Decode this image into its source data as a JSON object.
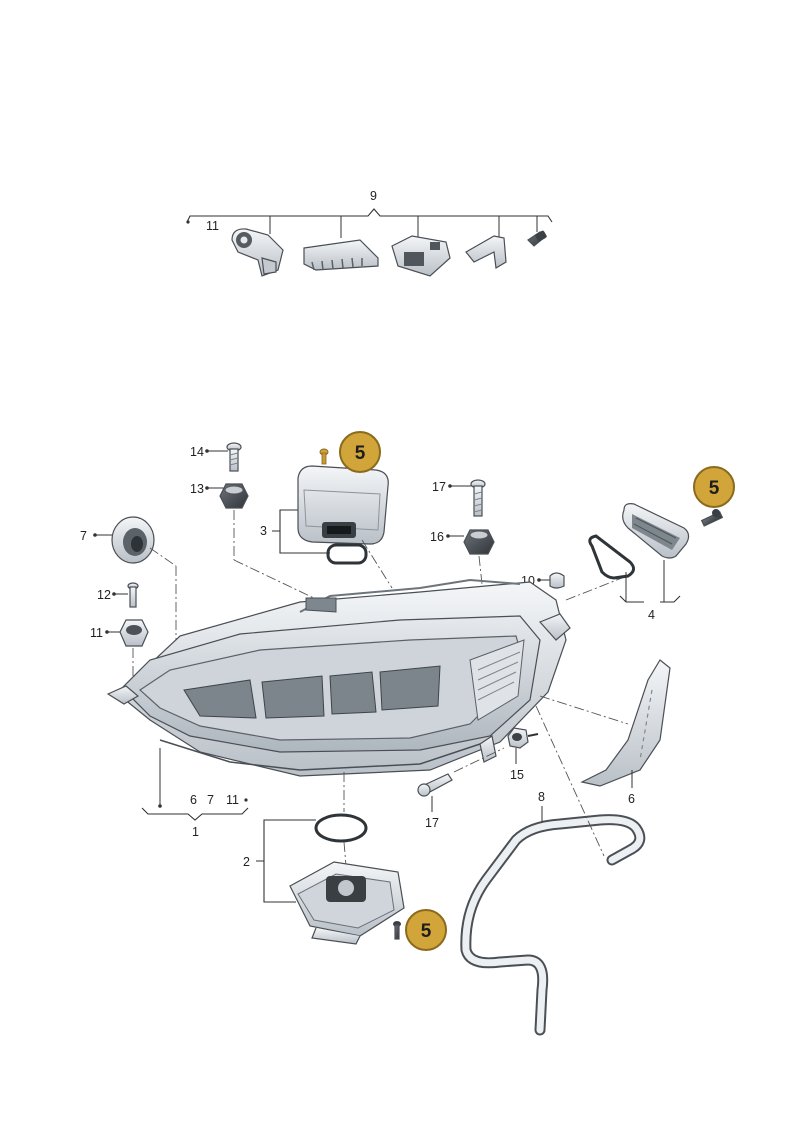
{
  "diagram": {
    "labels": {
      "l9": "9",
      "l11_top": "11",
      "l14": "14",
      "l13": "13",
      "l7_left": "7",
      "l12": "12",
      "l11_left": "11",
      "l3": "3",
      "l17_top": "17",
      "l16": "16",
      "l10": "10",
      "l4": "4",
      "l6_right": "6",
      "l15": "15",
      "l17_bottom": "17",
      "l8": "8",
      "l6_group": "6",
      "l7_group": "7",
      "l11_group": "11",
      "l1": "1",
      "l2": "2"
    },
    "badges": {
      "b_top": "5",
      "b_right": "5",
      "b_bottom": "5"
    },
    "colors": {
      "badge_fill": "#d2a53a",
      "badge_ring": "#8a6a1c",
      "part_fill": "#e9ecef",
      "part_shade": "#9aa2ab"
    }
  }
}
